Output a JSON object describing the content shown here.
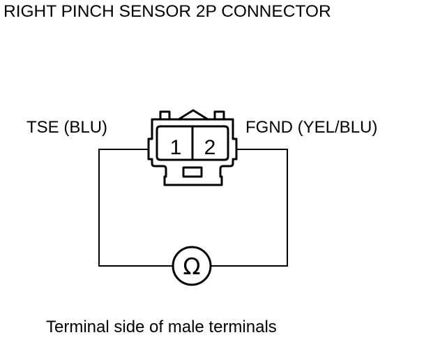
{
  "title": "RIGHT PINCH SENSOR 2P CONNECTOR",
  "connector": {
    "pins": [
      "1",
      "2"
    ],
    "left_wire_label": "TSE (BLU)",
    "right_wire_label": "FGND (YEL/BLU)"
  },
  "meter": {
    "symbol": "Ω",
    "icon": "ohmmeter-icon"
  },
  "caption": "Terminal side of male terminals",
  "colors": {
    "line": "#000000",
    "background": "#ffffff"
  }
}
